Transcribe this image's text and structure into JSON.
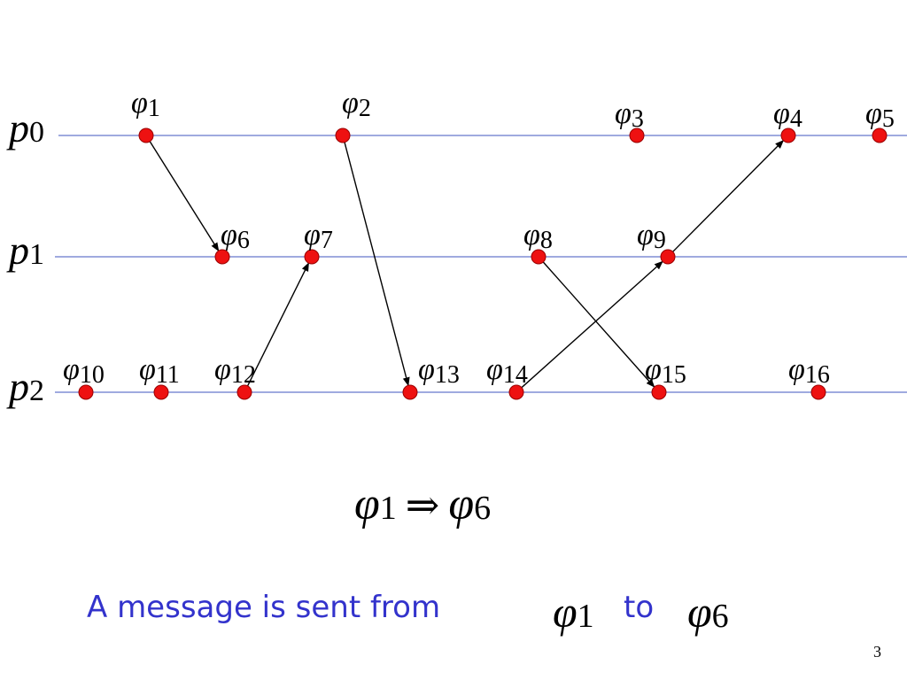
{
  "diagram": {
    "processes": [
      {
        "id": "p0",
        "base": "p",
        "sub": "0"
      },
      {
        "id": "p1",
        "base": "p",
        "sub": "1"
      },
      {
        "id": "p2",
        "base": "p",
        "sub": "2"
      }
    ],
    "events": [
      {
        "id": "e1",
        "proc": "p0",
        "base": "φ",
        "sub": "1"
      },
      {
        "id": "e2",
        "proc": "p0",
        "base": "φ",
        "sub": "2"
      },
      {
        "id": "e3",
        "proc": "p0",
        "base": "φ",
        "sub": "3"
      },
      {
        "id": "e4",
        "proc": "p0",
        "base": "φ",
        "sub": "4"
      },
      {
        "id": "e5",
        "proc": "p0",
        "base": "φ",
        "sub": "5"
      },
      {
        "id": "e6",
        "proc": "p1",
        "base": "φ",
        "sub": "6"
      },
      {
        "id": "e7",
        "proc": "p1",
        "base": "φ",
        "sub": "7"
      },
      {
        "id": "e8",
        "proc": "p1",
        "base": "φ",
        "sub": "8"
      },
      {
        "id": "e9",
        "proc": "p1",
        "base": "φ",
        "sub": "9"
      },
      {
        "id": "e10",
        "proc": "p2",
        "base": "φ",
        "sub": "10"
      },
      {
        "id": "e11",
        "proc": "p2",
        "base": "φ",
        "sub": "11"
      },
      {
        "id": "e12",
        "proc": "p2",
        "base": "φ",
        "sub": "12"
      },
      {
        "id": "e13",
        "proc": "p2",
        "base": "φ",
        "sub": "13"
      },
      {
        "id": "e14",
        "proc": "p2",
        "base": "φ",
        "sub": "14"
      },
      {
        "id": "e15",
        "proc": "p2",
        "base": "φ",
        "sub": "15"
      },
      {
        "id": "e16",
        "proc": "p2",
        "base": "φ",
        "sub": "16"
      }
    ],
    "messages": [
      {
        "from": "e1",
        "to": "e6"
      },
      {
        "from": "e2",
        "to": "e13"
      },
      {
        "from": "e12",
        "to": "e7"
      },
      {
        "from": "e14",
        "to": "e9"
      },
      {
        "from": "e9",
        "to": "e4"
      },
      {
        "from": "e8",
        "to": "e15"
      }
    ],
    "relation": {
      "left_base": "φ",
      "left_sub": "1",
      "operator": "⇒",
      "right_base": "φ",
      "right_sub": "6"
    },
    "caption": {
      "text_1": "A message is sent from",
      "phi_a_base": "φ",
      "phi_a_sub": "1",
      "text_2": "to",
      "phi_b_base": "φ",
      "phi_b_sub": "6"
    },
    "page_number": "3"
  },
  "colors": {
    "timeline": "#6677cc",
    "event_fill": "#ee1111",
    "event_stroke": "#990000",
    "arrow": "#000000",
    "caption_text": "#3333cc"
  }
}
